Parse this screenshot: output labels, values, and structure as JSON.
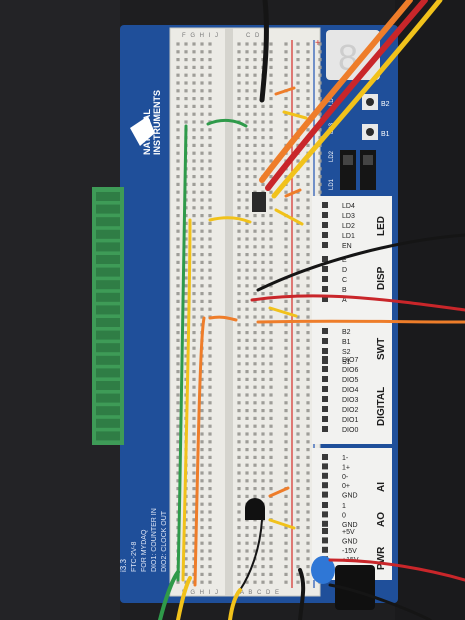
{
  "brand": {
    "logo_line1": "NATIONAL",
    "logo_line2": "INSTRUMENTS"
  },
  "board_print": {
    "part_number": "FTC-2V-8",
    "rev": "i3.3",
    "line_a": "FOR MYDAQ",
    "line_b": "DIO1: COUNTER IN",
    "line_c": "DIO2: CLOCK OUT"
  },
  "top_labels": {
    "left_cols": "F G H I J",
    "right_cols": "C D E"
  },
  "bottom_labels": {
    "left_cols": "F G H I J",
    "right_cols": "A B C D E"
  },
  "button_labels": [
    "B2",
    "B1"
  ],
  "led_labels": [
    "LD1",
    "LD2",
    "LD3",
    "LD4"
  ],
  "pin_groups": {
    "led": {
      "title": "LED",
      "pins": [
        "LD4",
        "LD3",
        "LD2",
        "LD1",
        "EN"
      ]
    },
    "disp": {
      "title": "DISP",
      "pins": [
        "E",
        "D",
        "C",
        "B",
        "A"
      ]
    },
    "swt": {
      "title": "SWT",
      "pins": [
        "B2",
        "B1",
        "S2",
        "S1"
      ]
    },
    "digital": {
      "title": "DIGITAL",
      "pins": [
        "DIO7",
        "DIO6",
        "DIO5",
        "DIO4",
        "DIO3",
        "DIO2",
        "DIO1",
        "DIO0"
      ]
    },
    "ai": {
      "title": "AI",
      "pins": [
        "1-",
        "1+",
        "0-",
        "0+",
        "GND"
      ]
    },
    "ao": {
      "title": "AO",
      "pins": [
        "1",
        "0",
        "GND"
      ]
    },
    "pwr": {
      "title": "PWR",
      "pins": [
        "+5V",
        "GND",
        "-15V",
        "+15V"
      ]
    }
  },
  "colors": {
    "background": "#1e1e20",
    "pcb_blue": "#1f4f9a",
    "breadboard": "#ecebe6",
    "terminal_green": "#3e9b57",
    "rail_red": "#d63a36",
    "rail_blue": "#2f5fb8",
    "wire_orange": "#ee7d2a",
    "wire_red": "#c9262a",
    "wire_green": "#2f9a4a",
    "wire_yellow": "#f1c21b",
    "wire_black": "#151515",
    "cap_blue": "#2f77d6"
  }
}
